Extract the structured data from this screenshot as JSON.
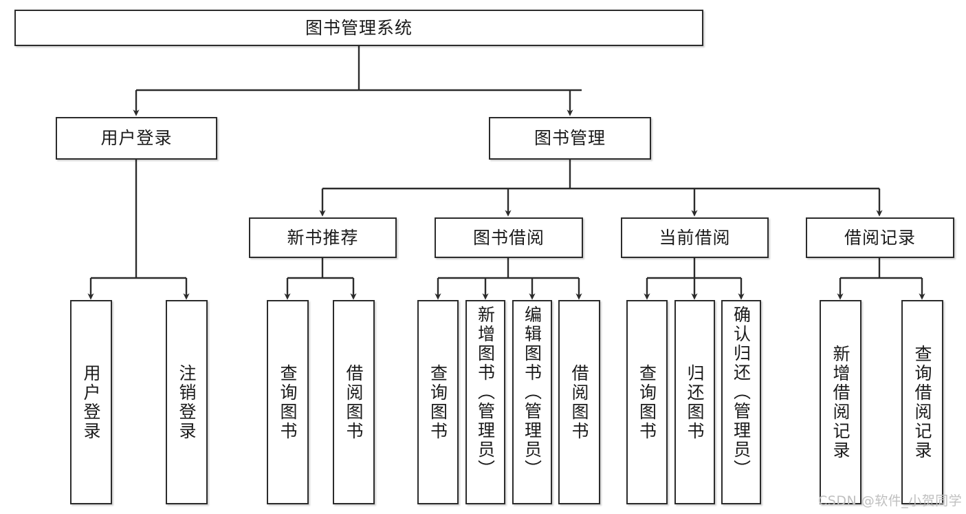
{
  "diagram": {
    "type": "tree-hierarchy",
    "title": "图书管理系统",
    "watermark": "CSDN @软件_小贺同学",
    "colors": {
      "node_border": "#2b2b2b",
      "node_fill": "#ffffff",
      "edge": "#2b2b2b",
      "text": "#1a1a1a",
      "watermark": "#bfbfbf",
      "background": "#ffffff"
    },
    "nodes": {
      "root": {
        "id": "root",
        "label": "图书管理系统",
        "level": 0
      },
      "l1": [
        {
          "id": "user-login",
          "label": "用户登录",
          "level": 1
        },
        {
          "id": "book-manage",
          "label": "图书管理",
          "level": 1
        }
      ],
      "l2": [
        {
          "id": "new-book-rec",
          "label": "新书推荐",
          "level": 2,
          "parent": "book-manage"
        },
        {
          "id": "book-borrow",
          "label": "图书借阅",
          "level": 2,
          "parent": "book-manage"
        },
        {
          "id": "current-borrow",
          "label": "当前借阅",
          "level": 2,
          "parent": "book-manage"
        },
        {
          "id": "borrow-record",
          "label": "借阅记录",
          "level": 2,
          "parent": "book-manage"
        }
      ],
      "leaves": [
        {
          "id": "leaf-user-login",
          "label": "用户登录",
          "parent": "user-login"
        },
        {
          "id": "leaf-user-logout",
          "label": "注销登录",
          "parent": "user-login"
        },
        {
          "id": "leaf-query-book-1",
          "label": "查询图书",
          "parent": "new-book-rec"
        },
        {
          "id": "leaf-borrow-book-1",
          "label": "借阅图书",
          "parent": "new-book-rec"
        },
        {
          "id": "leaf-query-book-2",
          "label": "查询图书",
          "parent": "book-borrow"
        },
        {
          "id": "leaf-add-book",
          "label": "新增图书（管理员）",
          "parent": "book-borrow"
        },
        {
          "id": "leaf-edit-book",
          "label": "编辑图书（管理员）",
          "parent": "book-borrow"
        },
        {
          "id": "leaf-borrow-book-2",
          "label": "借阅图书",
          "parent": "book-borrow"
        },
        {
          "id": "leaf-query-book-3",
          "label": "查询图书",
          "parent": "current-borrow"
        },
        {
          "id": "leaf-return-book",
          "label": "归还图书",
          "parent": "current-borrow"
        },
        {
          "id": "leaf-confirm-return",
          "label": "确认归还（管理员）",
          "parent": "current-borrow"
        },
        {
          "id": "leaf-add-record",
          "label": "新增借阅记录",
          "parent": "borrow-record"
        },
        {
          "id": "leaf-query-record",
          "label": "查询借阅记录",
          "parent": "borrow-record"
        }
      ]
    }
  }
}
